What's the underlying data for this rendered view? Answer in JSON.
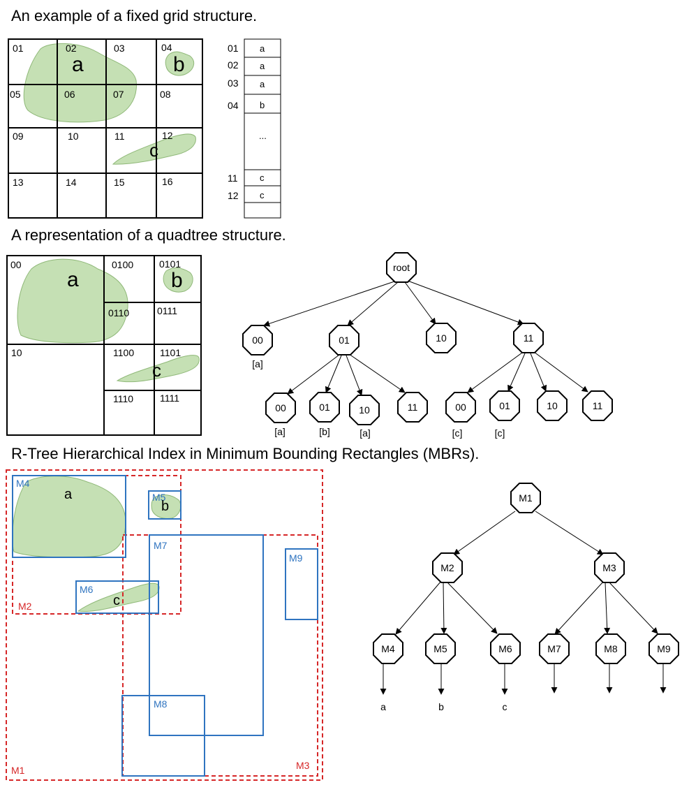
{
  "section1": {
    "title": "An example of a fixed grid structure.",
    "cells": [
      "01",
      "02",
      "03",
      "04",
      "05",
      "06",
      "07",
      "08",
      "09",
      "10",
      "11",
      "12",
      "13",
      "14",
      "15",
      "16"
    ],
    "objects": [
      "a",
      "b",
      "c"
    ],
    "table": [
      {
        "id": "01",
        "value": "a"
      },
      {
        "id": "02",
        "value": "a"
      },
      {
        "id": "03",
        "value": "a"
      },
      {
        "id": "04",
        "value": "b"
      },
      {
        "id": "",
        "value": "..."
      },
      {
        "id": "11",
        "value": "c"
      },
      {
        "id": "12",
        "value": "c"
      },
      {
        "id": "",
        "value": ""
      }
    ]
  },
  "section2": {
    "title": "A representation of a quadtree structure.",
    "cells": [
      "00",
      "0100",
      "0101",
      "0110",
      "0111",
      "10",
      "1100",
      "1101",
      "1110",
      "1111"
    ],
    "objects": [
      "a",
      "b",
      "c"
    ],
    "tree": {
      "root": "root",
      "level1": [
        "00",
        "01",
        "10",
        "11"
      ],
      "level1_notes": [
        "[a]"
      ],
      "level2_left": [
        "00",
        "01",
        "10",
        "11"
      ],
      "level2_left_notes": [
        "[a]",
        "[b]",
        "[a]"
      ],
      "level2_right": [
        "00",
        "01",
        "10",
        "11"
      ],
      "level2_right_notes": [
        "[c]",
        "[c]"
      ]
    }
  },
  "section3": {
    "title": "R-Tree Hierarchical Index in Minimum Bounding Rectangles (MBRs).",
    "mbr_labels": [
      "M1",
      "M2",
      "M3",
      "M4",
      "M5",
      "M6",
      "M7",
      "M8",
      "M9"
    ],
    "objects": [
      "a",
      "b",
      "c"
    ],
    "tree": {
      "root": "M1",
      "level1": [
        "M2",
        "M3"
      ],
      "level2": [
        "M4",
        "M5",
        "M6",
        "M7",
        "M8",
        "M9"
      ],
      "leaves": [
        "a",
        "b",
        "c"
      ]
    },
    "colors": {
      "blue": "#2f74c0",
      "red": "#d62728",
      "green": "#c5e0b4"
    }
  }
}
